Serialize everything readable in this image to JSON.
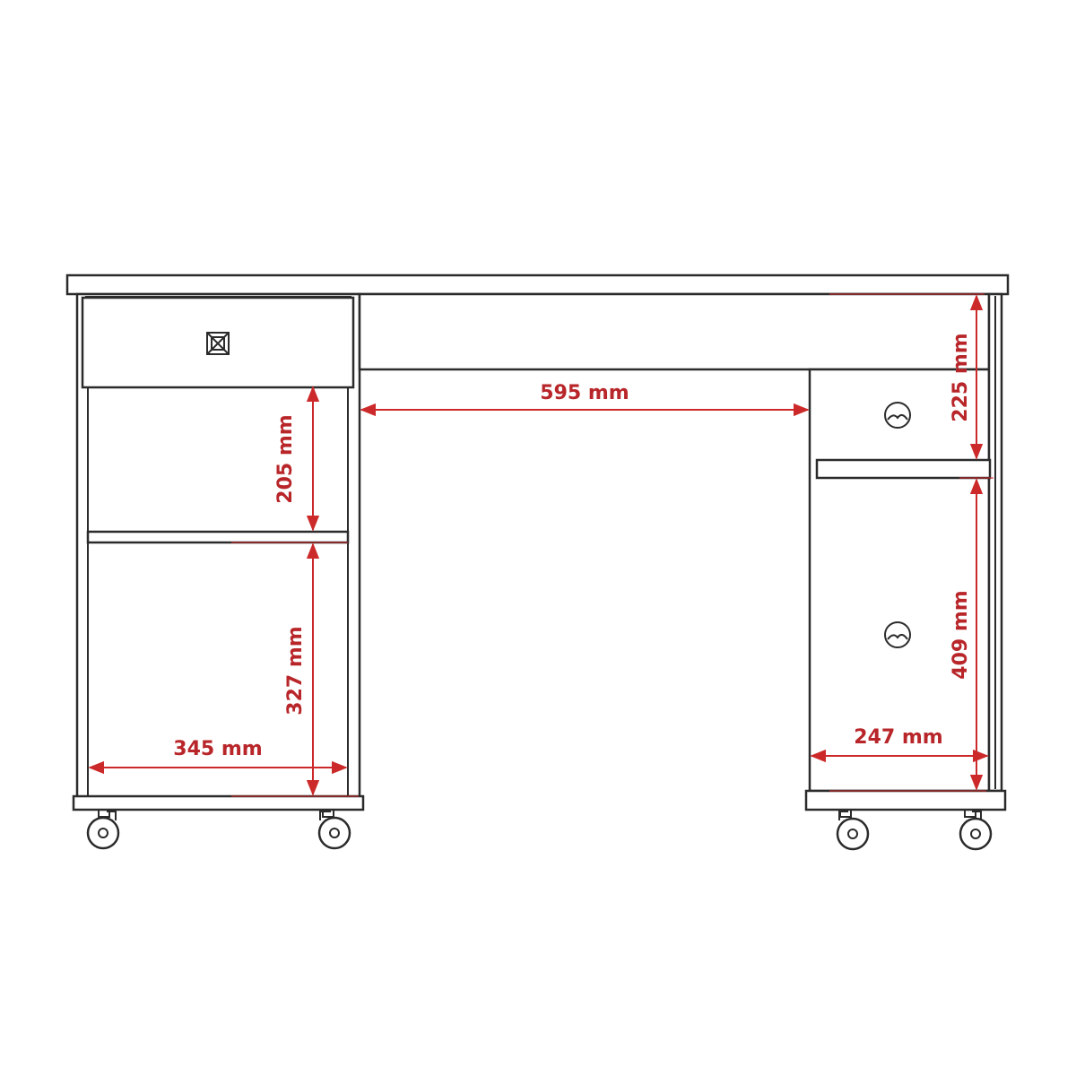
{
  "dimensions": {
    "knee_space_width": "595 mm",
    "top_drawer_clear_height": "225 mm",
    "upper_shelf_height": "205 mm",
    "lower_shelf_height": "327 mm",
    "left_cabinet_inner_width": "345 mm",
    "right_lower_height": "409 mm",
    "right_cabinet_inner_width": "247 mm"
  },
  "colors": {
    "outline": "#2b2b2b",
    "dimension": "#cc2a2a",
    "background": "#ffffff"
  }
}
